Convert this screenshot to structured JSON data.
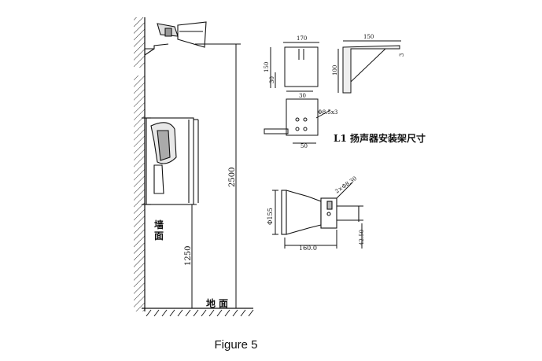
{
  "caption": "Figure 5",
  "side_view": {
    "wall_label_1": "墙",
    "wall_label_2": "面",
    "ground_label_1": "地",
    "ground_label_2": "面",
    "dim_total_height": "2500",
    "dim_mount_height": "1250"
  },
  "bracket_drawing": {
    "title": "L1 扬声器安装架尺寸",
    "dim_top_width": "170",
    "dim_side_width": "150",
    "dim_height": "150",
    "dim_inner": "30",
    "dim_inner_2": "30",
    "dim_bracket_height": "100",
    "dim_thickness": "3",
    "dim_hole": "Φ8.5x3",
    "dim_bottom": "50"
  },
  "horn_drawing": {
    "dim_diameter": "Φ155",
    "dim_length": "160.0",
    "dim_holes": "2×Φ8.30",
    "dim_offset": "42.50"
  }
}
